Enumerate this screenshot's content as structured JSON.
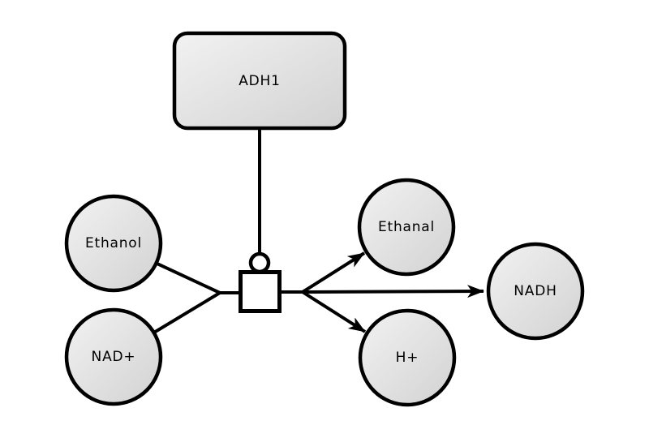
{
  "diagram": {
    "colors": {
      "background": "#ffffff",
      "line": "#000000",
      "node_fill_start": "#f2f2f2",
      "node_fill_end": "#d2d2d2",
      "process_fill": "#ffffff"
    },
    "enzyme": {
      "label": "ADH1"
    },
    "substrates": [
      {
        "label": "Ethanol"
      },
      {
        "label": "NAD+"
      }
    ],
    "products": [
      {
        "label": "Ethanal"
      },
      {
        "label": "NADH"
      },
      {
        "label": "H+"
      }
    ]
  }
}
